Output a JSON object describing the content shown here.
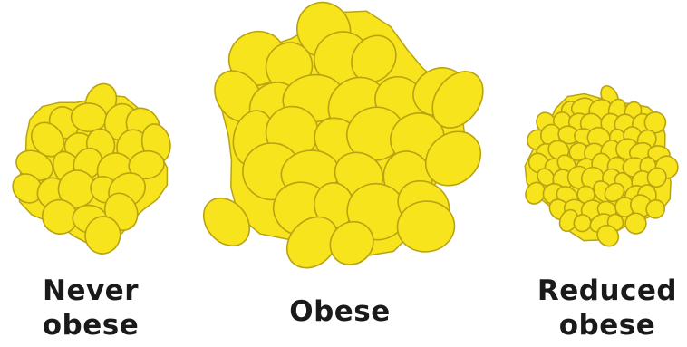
{
  "colors": {
    "cell_fill": "#f8e41c",
    "cell_stroke": "#b8a312",
    "background": "#ffffff",
    "label_text": "#1a1a1a"
  },
  "clusters": [
    {
      "name": "never-obese-cluster",
      "label_lines": [
        "Never",
        "obese"
      ]
    },
    {
      "name": "obese-cluster",
      "label_lines": [
        "Obese"
      ]
    },
    {
      "name": "reduced-obese-cluster",
      "label_lines": [
        "Reduced",
        "obese"
      ]
    }
  ]
}
